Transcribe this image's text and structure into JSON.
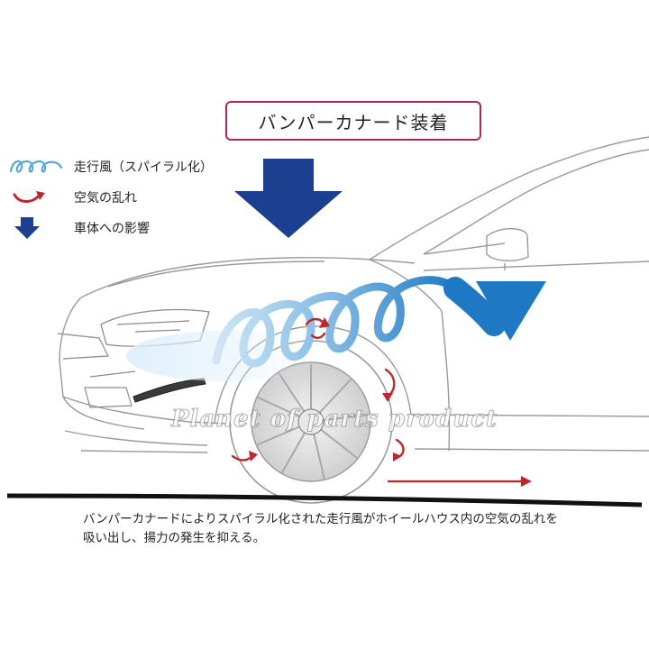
{
  "title": "バンパーカナード装着",
  "legend": [
    {
      "icon": "spiral-wind-icon",
      "label": "走行風（スパイラル化）"
    },
    {
      "icon": "turbulence-arrow-icon",
      "label": "空気の乱れ"
    },
    {
      "icon": "down-arrow-icon",
      "label": "車体への影響"
    }
  ],
  "watermark": "Planet of parts product",
  "caption": {
    "line1": "バンパーカナードによりスパイラル化された走行風がホイールハウス内の空気の乱れを",
    "line2": "吸い出し、揚力の発生を抑える。"
  },
  "colors": {
    "title_border": "#b0245c",
    "wind_blue": "#1f78c4",
    "wind_light": "#8fc3e8",
    "force_navy": "#1c3f8f",
    "turbulence_red": "#c0262c"
  }
}
